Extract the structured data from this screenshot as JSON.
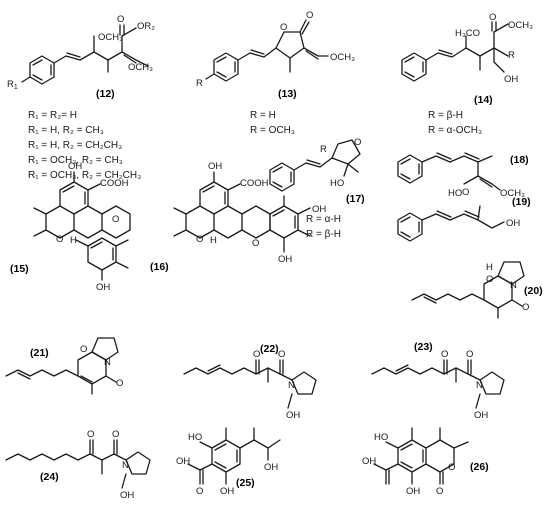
{
  "compounds": {
    "c12": {
      "label": "(12)",
      "r1": "R",
      "r1_sub": "1",
      "subs": [
        "R₁ = R₂= H",
        "R₁ = H, R₂ = CH₃",
        "R₁ = H, R₂ = CH₂CH₃",
        "R₁ = OCH₃, R₂ = CH₃",
        "R₁ = OCH₃, R₂ = CH₂CH₃"
      ],
      "atoms": {
        "ome1": "OCH₃",
        "ome2": "OCH₃",
        "o1": "O",
        "or2": "OR₂"
      }
    },
    "c13": {
      "label": "(13)",
      "r": "R",
      "subs": [
        "R = H",
        "R = OCH₃"
      ],
      "atoms": {
        "o1": "O",
        "o2": "O",
        "ome": "OCH₃"
      }
    },
    "c14": {
      "label": "(14)",
      "subs": [
        "R = β-H",
        "R = α-OCH₃"
      ],
      "atoms": {
        "h3co": "H₃CO",
        "o": "O",
        "och3": "OCH₃",
        "r": "R",
        "oh": "OH"
      }
    },
    "c15": {
      "label": "(15)",
      "atoms": {
        "oh_top": "OH",
        "cooh": "COOH",
        "o1": "O",
        "o2": "O",
        "h": "H",
        "oh_bot": "OH"
      }
    },
    "c16": {
      "label": "(16)",
      "atoms": {
        "oh_top": "OH",
        "cooh": "COOH",
        "o1": "O",
        "o2": "O",
        "h": "H",
        "oh_r": "OH",
        "oh_bot": "OH"
      }
    },
    "c17": {
      "label": "(17)",
      "subs": [
        "R = α-H",
        "R = β-H"
      ],
      "atoms": {
        "o": "O",
        "r": "R",
        "ho": "HO"
      }
    },
    "c18": {
      "label": "(18)",
      "atoms": {
        "o": "O",
        "ho": "HO",
        "ome": "OCH₃"
      }
    },
    "c19": {
      "label": "(19)",
      "atoms": {
        "oh": "OH"
      }
    },
    "c20": {
      "label": "(20)",
      "atoms": {
        "h": "H",
        "o": "O",
        "n": "N",
        "o2": "O"
      }
    },
    "c21": {
      "label": "(21)",
      "atoms": {
        "o": "O",
        "n": "N",
        "o2": "O"
      }
    },
    "c22": {
      "label": "(22)",
      "atoms": {
        "o1": "O",
        "o2": "O",
        "n": "N",
        "oh": "OH"
      }
    },
    "c23": {
      "label": "(23)",
      "atoms": {
        "o1": "O",
        "o2": "O",
        "n": "N",
        "oh": "OH"
      }
    },
    "c24": {
      "label": "(24)",
      "atoms": {
        "o1": "O",
        "o2": "O",
        "n": "N",
        "oh": "OH"
      }
    },
    "c25": {
      "label": "(25)",
      "atoms": {
        "oh1": "OH",
        "ho": "HO",
        "o": "O",
        "oh_b": "OH",
        "oh2": "OH"
      }
    },
    "c26": {
      "label": "(26)",
      "atoms": {
        "ho": "HO",
        "o1": "O",
        "o2": "O",
        "oh": "OH",
        "oh2": "OH"
      }
    }
  }
}
